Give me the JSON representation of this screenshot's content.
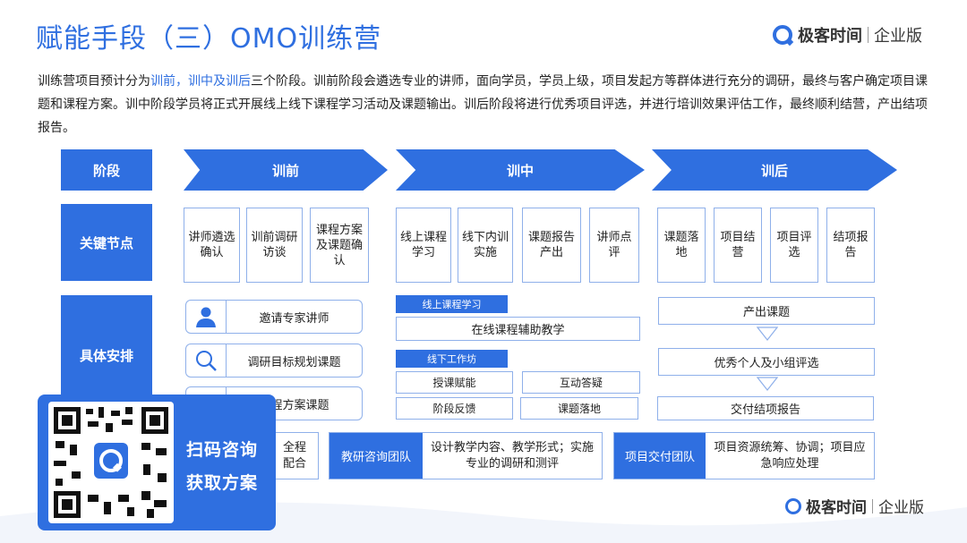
{
  "title": "赋能手段（三）OMO训练营",
  "brand": {
    "name": "极客时间",
    "suffix": "企业版"
  },
  "intro": {
    "p1": "训练营项目预计分为",
    "phases": "训前，训中及训后",
    "p2": "三个阶段。训前阶段会遴选专业的讲师，面向学员，学员上级，项目发起方等群体进行充分的调研，最终与客户确定项目课题和课程方案。训中阶段学员将正式开展线上线下课程学习活动及课题输出。训后阶段将进行优秀项目评选，并进行培训效果评估工作，最终顺利结营，产出结项报告。"
  },
  "rows": {
    "stage": "阶段",
    "nodes": "关键节点",
    "plan": "具体安排"
  },
  "stages": [
    "训前",
    "训中",
    "训后"
  ],
  "nodes": {
    "pre": [
      "讲师遴选确认",
      "训前调研访谈",
      "课程方案及课题确认"
    ],
    "mid": [
      "线上课程学习",
      "线下内训实施",
      "课题报告产出",
      "讲师点评"
    ],
    "post": [
      "课题落地",
      "项目结营",
      "项目评选",
      "结项报告"
    ]
  },
  "pre_plan": [
    "邀请专家讲师",
    "调研目标规划课题",
    "课程方案课题"
  ],
  "mid_plan": {
    "online_tag": "线上课程学习",
    "online_item": "在线课程辅助教学",
    "offline_tag": "线下工作坊",
    "offline_items": [
      "授课赋能",
      "互动答疑",
      "阶段反馈",
      "课题落地"
    ]
  },
  "post_plan": [
    "产出课题",
    "优秀个人及小组评选",
    "交付结项报告"
  ],
  "teams": {
    "left_partial": "全程\n配合",
    "teaching": {
      "label": "教研咨询团队",
      "text": "设计教学内容、教学形式；实施专业的调研和测评"
    },
    "delivery": {
      "label": "项目交付团队",
      "text": "项目资源统筹、协调；项目应急响应处理"
    }
  },
  "qr": {
    "line1": "扫码咨询",
    "line2": "获取方案"
  },
  "colors": {
    "accent": "#2f6fe0",
    "border": "#8fb0ea"
  },
  "icons": {
    "expert": "person-icon",
    "research": "magnifier-icon",
    "brand": "geek-logo-icon"
  }
}
